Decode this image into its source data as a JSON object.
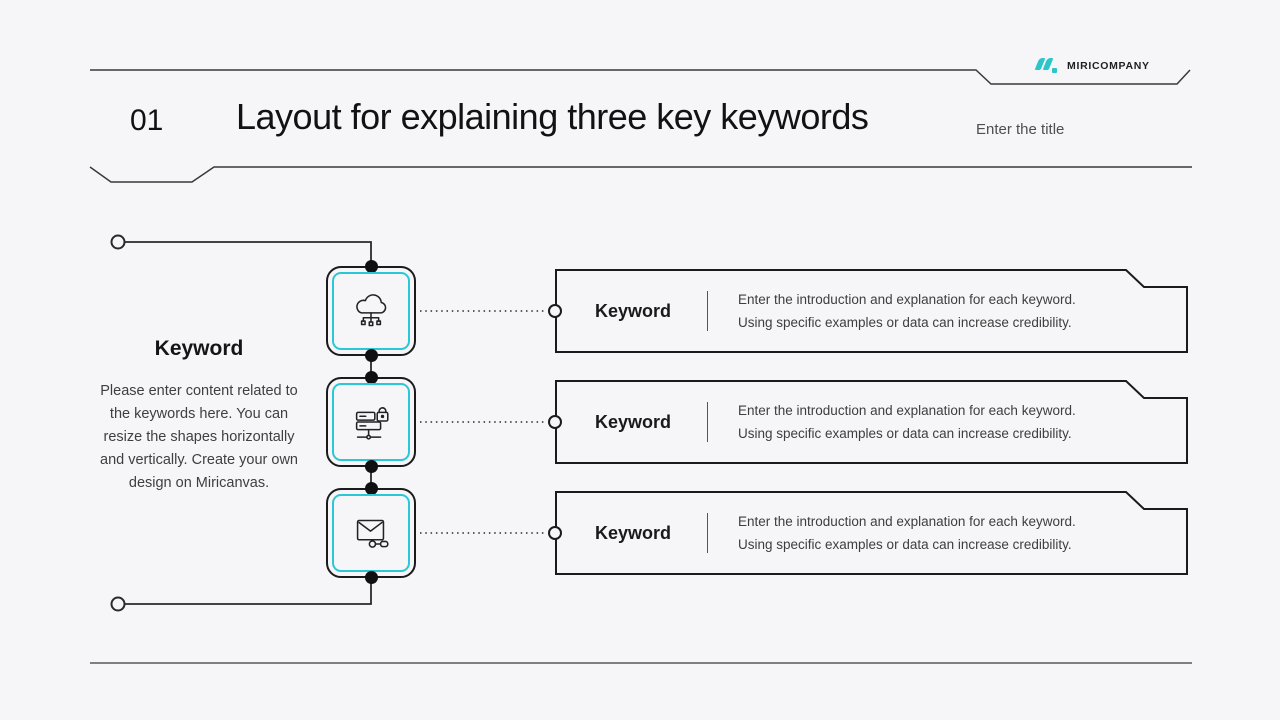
{
  "colors": {
    "background": "#f6f5f7",
    "accent_cyan": "#2bc7d6",
    "logo_teal": "#2cc5c9",
    "line_dark": "#3a3a3a",
    "text_dark": "#141414",
    "text_gray": "#3f3f3f"
  },
  "logo": {
    "company_name": "MIRICOMPANY"
  },
  "header": {
    "section_number": "01",
    "title": "Layout for explaining three key keywords",
    "title_placeholder": "Enter the title"
  },
  "left_panel": {
    "heading": "Keyword",
    "description": "Please enter content related to the keywords here. You can resize the shapes horizontally and vertically. Create your own design on Miricanvas."
  },
  "rows": [
    {
      "icon": "cloud-network-icon",
      "keyword": "Keyword",
      "description_line1": "Enter the introduction and explanation for each keyword.",
      "description_line2": "Using specific examples or data can increase credibility."
    },
    {
      "icon": "server-lock-icon",
      "keyword": "Keyword",
      "description_line1": "Enter the introduction and explanation for each keyword.",
      "description_line2": "Using specific examples or data can increase credibility."
    },
    {
      "icon": "mail-key-icon",
      "keyword": "Keyword",
      "description_line1": "Enter the introduction and explanation for each keyword.",
      "description_line2": "Using specific examples or data can increase credibility."
    }
  ]
}
